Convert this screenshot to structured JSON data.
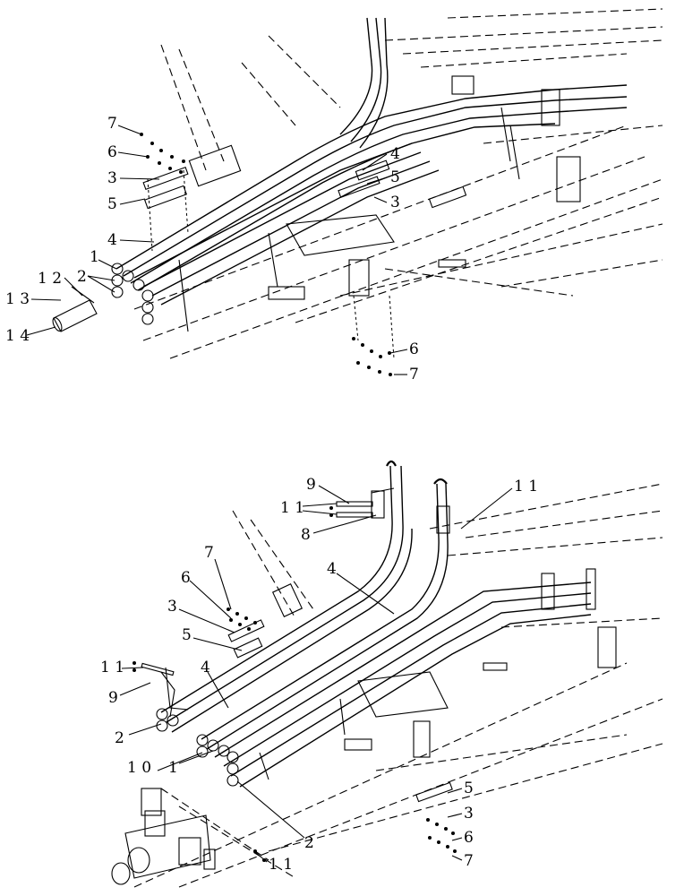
{
  "callouts": {
    "top": {
      "c7": "7",
      "c6": "6",
      "c3": "3",
      "c5": "5",
      "c4": "4",
      "c1": "1",
      "c12": "1 2",
      "c2": "2",
      "c13": "1 3",
      "c14": "1 4",
      "r4": "4",
      "r5": "5",
      "r3": "3",
      "r6": "6",
      "r7": "7"
    },
    "bottom": {
      "c9a": "9",
      "c11a": "1 1",
      "c8": "8",
      "c11b": "1 1",
      "c7": "7",
      "c6": "6",
      "c3": "3",
      "c5": "5",
      "c4a": "4",
      "c11c": "1 1",
      "c9b": "9",
      "c4b": "4",
      "c2a": "2",
      "c10": "1 0",
      "c1": "1",
      "c2b": "2",
      "c11d": "1 1",
      "r5": "5",
      "r3": "3",
      "r6": "6",
      "r7": "7"
    }
  }
}
